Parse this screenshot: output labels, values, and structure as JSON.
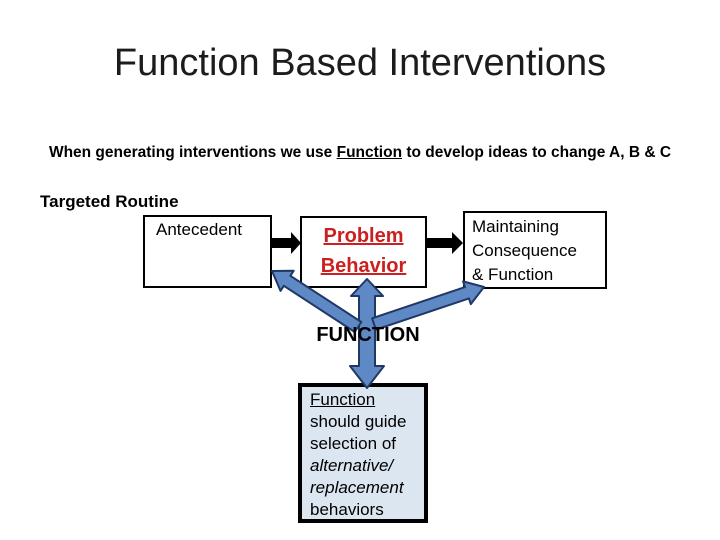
{
  "slide": {
    "title": "Function Based Interventions",
    "subtitle": {
      "pre": "When generating interventions we use ",
      "underlined": "Function",
      "post": " to develop ideas to change A, B & C"
    },
    "section_label": "Targeted Routine",
    "diagram": {
      "antecedent_box": {
        "label": "Antecedent"
      },
      "problem_box": {
        "line1": "Problem",
        "line2": "Behavior"
      },
      "consequence_box": {
        "line1": "Maintaining",
        "line2": "Consequence",
        "line3": "& Function"
      },
      "function_label": "FUNCTION",
      "note_box": {
        "line1_underlined": "Function",
        "line2": "should guide",
        "line3": "selection of",
        "line4_italic": "alternative/",
        "line5_italic": "replacement",
        "line6": "behaviors"
      }
    },
    "colors": {
      "blue-fill": "#5f89c4",
      "blue-stroke": "#1f3864",
      "red-text": "#cc1f1f",
      "note-fill": "#dce6f1",
      "ink": "#000000"
    }
  }
}
